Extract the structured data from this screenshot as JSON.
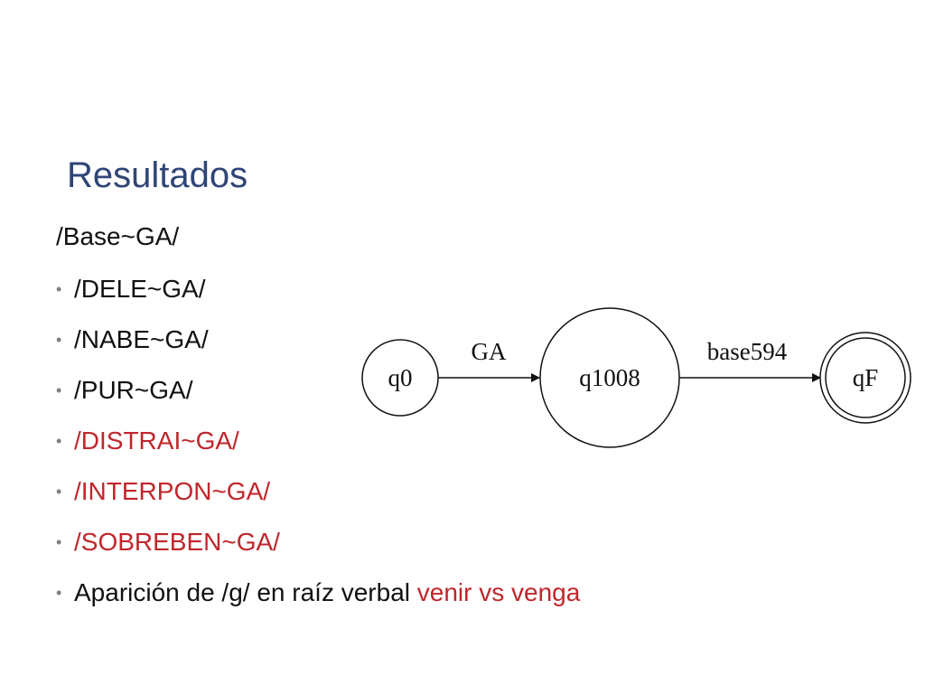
{
  "slide": {
    "title": "Resultados",
    "heading": "/Base~GA/",
    "bullet_char": "•",
    "bullets": [
      {
        "text": "/DELE~GA/",
        "color": "#111111"
      },
      {
        "text": "/NABE~GA/",
        "color": "#111111"
      },
      {
        "text": "/PUR~GA/",
        "color": "#111111"
      },
      {
        "text": "/DISTRAI~GA/",
        "color": "#c0262b"
      },
      {
        "text": "/INTERPON~GA/",
        "color": "#c0262b"
      },
      {
        "text": "/SOBREBEN~GA/",
        "color": "#c0262b"
      }
    ],
    "last_bullet": {
      "prefix": "Aparición de /g/ en raíz verbal ",
      "highlight": "venir vs venga",
      "highlight_color": "#c0262b"
    }
  },
  "diagram": {
    "states": [
      {
        "id": "q0",
        "label": "q0",
        "accepting": false
      },
      {
        "id": "q1008",
        "label": "q1008",
        "accepting": false
      },
      {
        "id": "qF",
        "label": "qF",
        "accepting": true
      }
    ],
    "transitions": [
      {
        "from": "q0",
        "to": "q1008",
        "label": "GA"
      },
      {
        "from": "q1008",
        "to": "qF",
        "label": "base594"
      }
    ]
  }
}
